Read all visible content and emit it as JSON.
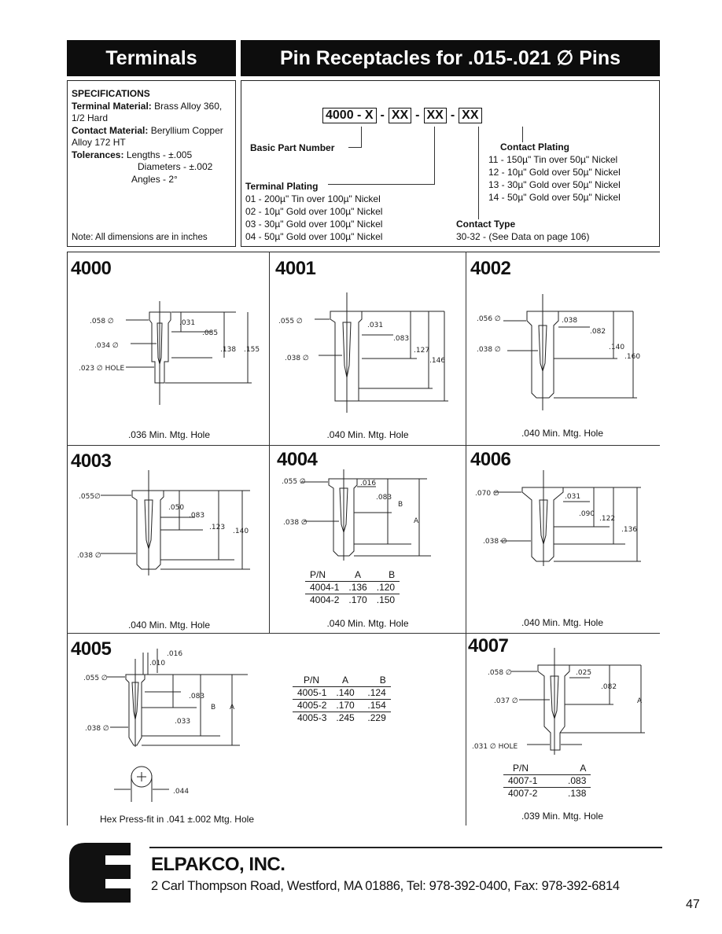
{
  "header": {
    "left_title": "Terminals",
    "right_title": "Pin Receptacles for .015-.021 ∅ Pins"
  },
  "specs": {
    "heading": "SPECIFICATIONS",
    "terminal_material_label": "Terminal Material:",
    "terminal_material_value": "Brass Alloy 360, 1/2 Hard",
    "contact_material_label": "Contact Material:",
    "contact_material_value": "Beryllium Copper Alloy 172 HT",
    "tolerances_label": "Tolerances:",
    "tol_lengths": "Lengths - ±.005",
    "tol_diameters": "Diameters - ±.002",
    "tol_angles": "Angles - 2°",
    "note": "Note: All dimensions are in inches"
  },
  "part_code": {
    "seg1": "4000",
    "sep1": "-",
    "seg2": "X",
    "sep2": "-",
    "seg3": "XX",
    "sep3": "-",
    "seg4": "XX",
    "sep4": "-",
    "seg5": "XX",
    "basic_part_number": "Basic Part Number",
    "terminal_plating_label": "Terminal Plating",
    "terminal_plating": [
      "01 - 200µ\" Tin over 100µ\" Nickel",
      "02 - 10µ\" Gold over 100µ\" Nickel",
      "03 - 30µ\" Gold over 100µ\" Nickel",
      "04 - 50µ\" Gold over 100µ\" Nickel"
    ],
    "contact_plating_label": "Contact Plating",
    "contact_plating": [
      "11 - 150µ\" Tin over 50µ\" Nickel",
      "12 - 10µ\" Gold over 50µ\" Nickel",
      "13 - 30µ\" Gold over 50µ\" Nickel",
      "14 - 50µ\" Gold over 50µ\" Nickel"
    ],
    "contact_type_label": "Contact Type",
    "contact_type": "30-32 - (See Data on page 106)"
  },
  "models": {
    "m4000": {
      "name": "4000",
      "caption": ".036 Min. Mtg. Hole",
      "d1": ".058 ∅",
      "d2": ".034 ∅",
      "d3": ".023 ∅ HOLE",
      "l1": ".031",
      "l2": ".085",
      "l3": ".138",
      "l4": ".155"
    },
    "m4001": {
      "name": "4001",
      "caption": ".040 Min. Mtg. Hole",
      "d1": ".055 ∅",
      "d2": ".038 ∅",
      "l1": ".031",
      "l2": ".083",
      "l3": ".127",
      "l4": ".146"
    },
    "m4002": {
      "name": "4002",
      "caption": ".040 Min. Mtg. Hole",
      "d1": ".056 ∅",
      "d2": ".038 ∅",
      "l1": ".038",
      "l2": ".082",
      "l3": ".140",
      "l4": ".160"
    },
    "m4003": {
      "name": "4003",
      "caption": ".040 Min. Mtg. Hole",
      "d1": ".055∅",
      "d2": ".038 ∅",
      "l1": ".050",
      "l2": ".083",
      "l3": ".123",
      "l4": ".140"
    },
    "m4004": {
      "name": "4004",
      "caption": ".040 Min. Mtg. Hole",
      "d1": ".055 ∅",
      "d2": ".038 ∅",
      "l1": ".016",
      "l2": ".083",
      "l3": "B",
      "l4": "A",
      "table": {
        "headers": [
          "P/N",
          "A",
          "B"
        ],
        "rows": [
          [
            "4004-1",
            ".136",
            ".120"
          ],
          [
            "4004-2",
            ".170",
            ".150"
          ]
        ]
      }
    },
    "m4006": {
      "name": "4006",
      "caption": ".040 Min. Mtg. Hole",
      "d1": ".070 ∅",
      "d2": ".038 ∅",
      "l1": ".031",
      "l2": ".090",
      "l3": ".122",
      "l4": ".136"
    },
    "m4005": {
      "name": "4005",
      "caption": "Hex Press-fit in .041 ±.002 Mtg. Hole",
      "d1": ".055 ∅",
      "d2": ".038 ∅",
      "l0": ".010",
      "l00": ".016",
      "l1": ".083",
      "l2": ".033",
      "l3": "B",
      "l4": "A",
      "hex": ".044",
      "table": {
        "headers": [
          "P/N",
          "A",
          "B"
        ],
        "rows": [
          [
            "4005-1",
            ".140",
            ".124"
          ],
          [
            "4005-2",
            ".170",
            ".154"
          ],
          [
            "4005-3",
            ".245",
            ".229"
          ]
        ]
      }
    },
    "m4007": {
      "name": "4007",
      "caption": ".039 Min. Mtg. Hole",
      "d1": ".058 ∅",
      "d2": ".037 ∅",
      "d3": ".031 ∅ HOLE",
      "l1": ".025",
      "l2": ".082",
      "l4": "A",
      "table": {
        "headers": [
          "P/N",
          "A"
        ],
        "rows": [
          [
            "4007-1",
            ".083"
          ],
          [
            "4007-2",
            ".138"
          ]
        ]
      }
    }
  },
  "footer": {
    "company": "ELPAKCO, INC.",
    "address": "2 Carl Thompson Road, Westford, MA 01886, Tel: 978-392-0400, Fax: 978-392-6814",
    "page_number": "47"
  }
}
